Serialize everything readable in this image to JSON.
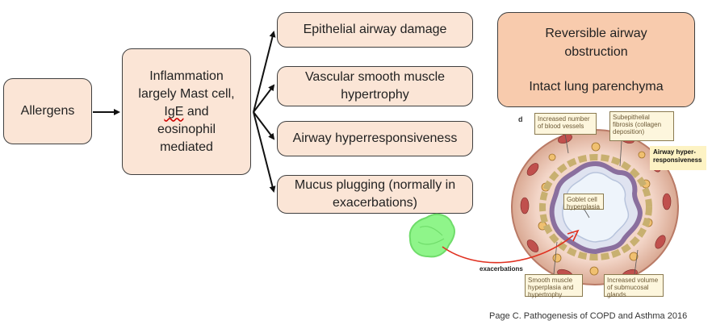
{
  "diagram": {
    "allergens": "Allergens",
    "inflammation": [
      "Inflammation",
      "largely Mast cell,",
      "IgE",
      "and",
      "eosinophil",
      "mediated"
    ],
    "effects": {
      "epithelial": [
        "Epithelial airway damage"
      ],
      "vascular": [
        "Vascular smooth muscle",
        "hypertrophy"
      ],
      "hyperresponsiveness": [
        "Airway hyperresponsiveness"
      ],
      "mucus": [
        "Mucus plugging (normally in",
        "exacerbations)"
      ]
    },
    "outcome": [
      "Reversible airway",
      "obstruction",
      "Intact lung parenchyma"
    ]
  },
  "figure": {
    "panel_letter": "d",
    "labels": {
      "vessels": [
        "Increased number",
        "of blood vessels"
      ],
      "fibrosis": [
        "Subepithelial",
        "fibrosis (collagen",
        "deposition)"
      ],
      "ahr": [
        "Airway hyper-",
        "responsiveness"
      ],
      "goblet": [
        "Goblet cell",
        "hyperplasia"
      ],
      "smooth_muscle": [
        "Smooth muscle",
        "hyperplasia and",
        "hypertrophy"
      ],
      "submucosal": [
        "Increased volume",
        "of submucosal",
        "glands"
      ]
    }
  },
  "annotation": {
    "label": "exacerbations",
    "blob_color": "#8ff58a",
    "arrow_color": "#e03020"
  },
  "citation": "Page C. Pathogenesis of COPD and Asthma 2016",
  "colors": {
    "box_fill": "#fbe5d6",
    "outcome_fill": "#f8cbad",
    "border": "#3f3f3f"
  }
}
